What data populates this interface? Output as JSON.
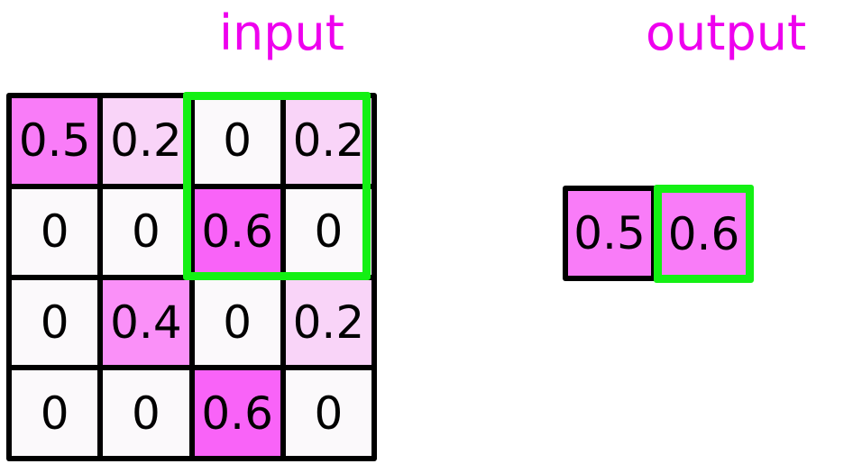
{
  "labels": {
    "input": "input",
    "output": "output",
    "label_color": "#ee00ee"
  },
  "palette": {
    "grid_line": "#000000",
    "highlight_green": "#14f014",
    "text": "#000000",
    "background": "#ffffff",
    "value_colors": {
      "0": "#fbf9fb",
      "0.2": "#f9d4f8",
      "0.4": "#fa90f8",
      "0.5": "#f97cf8",
      "0.6": "#f963f8"
    }
  },
  "input_grid": {
    "rows": 4,
    "cols": 4,
    "cells": [
      {
        "value": "0.5",
        "color": "#f97cf8"
      },
      {
        "value": "0.2",
        "color": "#f9d4f8"
      },
      {
        "value": "0",
        "color": "#fbf9fb"
      },
      {
        "value": "0.2",
        "color": "#f9d4f8"
      },
      {
        "value": "0",
        "color": "#fbf9fb"
      },
      {
        "value": "0",
        "color": "#fbf9fb"
      },
      {
        "value": "0.6",
        "color": "#f963f8"
      },
      {
        "value": "0",
        "color": "#fbf9fb"
      },
      {
        "value": "0",
        "color": "#fbf9fb"
      },
      {
        "value": "0.4",
        "color": "#fa90f8"
      },
      {
        "value": "0",
        "color": "#fbf9fb"
      },
      {
        "value": "0.2",
        "color": "#f9d4f8"
      },
      {
        "value": "0",
        "color": "#fbf9fb"
      },
      {
        "value": "0",
        "color": "#fbf9fb"
      },
      {
        "value": "0.6",
        "color": "#f963f8"
      },
      {
        "value": "0",
        "color": "#fbf9fb"
      }
    ]
  },
  "input_selection": {
    "label": "pooling-window",
    "rows": "1-2",
    "cols": "3-4",
    "color": "#14f014"
  },
  "output_grid": {
    "rows": 1,
    "cols": 2,
    "cells": [
      {
        "value": "0.5",
        "color": "#f97cf8",
        "highlighted": false
      },
      {
        "value": "0.6",
        "color": "#f97cf8",
        "highlighted": true
      }
    ]
  },
  "chart_data": {
    "type": "heatmap",
    "title": "",
    "panels": [
      {
        "name": "input",
        "type": "heatmap",
        "rows": 4,
        "cols": 4,
        "values": [
          [
            0.5,
            0.2,
            0.0,
            0.2
          ],
          [
            0.0,
            0.0,
            0.6,
            0.0
          ],
          [
            0.0,
            0.4,
            0.0,
            0.2
          ],
          [
            0.0,
            0.0,
            0.6,
            0.0
          ]
        ],
        "annotations": [
          {
            "type": "rect",
            "label": "pooling-window",
            "row_start": 1,
            "row_end": 2,
            "col_start": 3,
            "col_end": 4,
            "color": "#14f014"
          }
        ]
      },
      {
        "name": "output",
        "type": "heatmap",
        "rows": 1,
        "cols": 2,
        "values": [
          [
            0.5,
            0.6
          ]
        ],
        "annotations": [
          {
            "type": "rect",
            "label": "selected-output-cell",
            "row_start": 1,
            "row_end": 1,
            "col_start": 2,
            "col_end": 2,
            "color": "#14f014"
          }
        ]
      }
    ],
    "colormap": {
      "0": "#fbf9fb",
      "0.2": "#f9d4f8",
      "0.4": "#fa90f8",
      "0.5": "#f97cf8",
      "0.6": "#f963f8"
    }
  }
}
